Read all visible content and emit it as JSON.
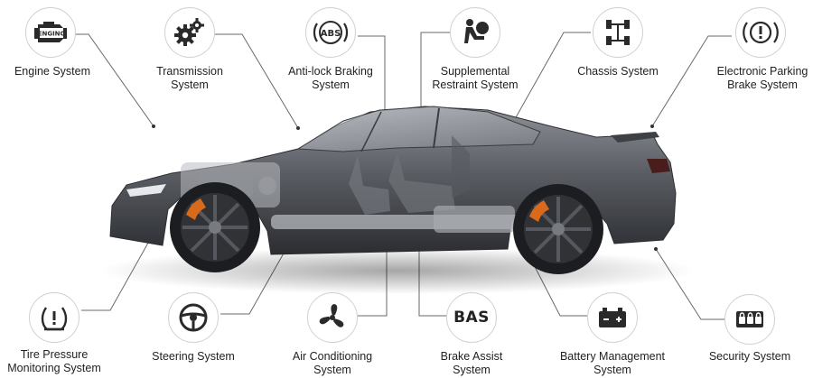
{
  "systems": [
    {
      "id": "engine",
      "label_lines": [
        "Engine System"
      ],
      "icon": "engine-icon",
      "icon_text": "ENGING"
    },
    {
      "id": "transmission",
      "label_lines": [
        "Transmission",
        "System"
      ],
      "icon": "gears-icon"
    },
    {
      "id": "abs",
      "label_lines": [
        "Anti-lock Braking",
        "System"
      ],
      "icon": "abs-icon",
      "icon_text": "ABS"
    },
    {
      "id": "srs",
      "label_lines": [
        "Supplemental",
        "Restraint System"
      ],
      "icon": "airbag-icon"
    },
    {
      "id": "chassis",
      "label_lines": [
        "Chassis System"
      ],
      "icon": "chassis-icon"
    },
    {
      "id": "epb",
      "label_lines": [
        "Electronic Parking",
        "Brake System"
      ],
      "icon": "parking-brake-icon"
    },
    {
      "id": "tpms",
      "label_lines": [
        "Tire Pressure",
        "Monitoring System"
      ],
      "icon": "tire-pressure-icon"
    },
    {
      "id": "steering",
      "label_lines": [
        "Steering System"
      ],
      "icon": "steering-wheel-icon"
    },
    {
      "id": "ac",
      "label_lines": [
        "Air Conditioning",
        "System"
      ],
      "icon": "fan-icon"
    },
    {
      "id": "bas",
      "label_lines": [
        "Brake Assist",
        "System"
      ],
      "icon": "bas-icon",
      "icon_text": "BAS"
    },
    {
      "id": "bms",
      "label_lines": [
        "Battery Management",
        "System"
      ],
      "icon": "battery-icon"
    },
    {
      "id": "security",
      "label_lines": [
        "Security System"
      ],
      "icon": "security-locks-icon"
    }
  ],
  "colors": {
    "line": "#6a6a6a",
    "icon": "#2a2a2a",
    "circle_border": "#d0d0d0",
    "car_body": "#5a5d63",
    "car_dark": "#2b2d31",
    "brake_caliper": "#d96a1c"
  }
}
